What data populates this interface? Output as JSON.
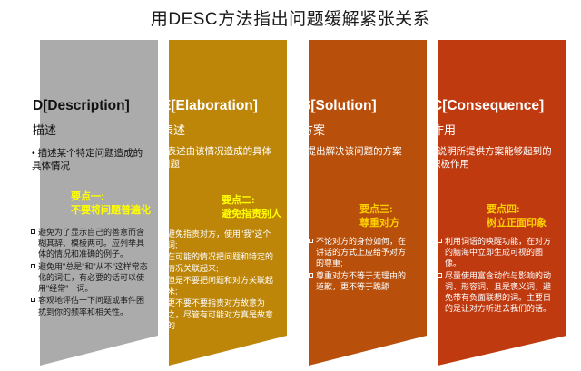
{
  "page": {
    "title": "用DESC方法指出问题缓解紧张关系",
    "background": "#ffffff"
  },
  "columns": [
    {
      "id": "description",
      "letter_title": "D[Description]",
      "subtitle": "描述",
      "lead_bullet": "描述某个特定问题造成的具体情况",
      "key_label": "要点一:",
      "key_text": "不要将问题普遍化",
      "fill": "#ababab",
      "text_color": "#111111",
      "key_color": "#ffff00",
      "bullets": [
        "避免为了显示自己的善意而含糊其辞、模棱两可。应列举具体的情况和准确的例子。",
        "避免用\"总是\"和\"从不\"这样常态化的词汇，有必要的话可以使用\"经常\"一词。",
        "客观地评估一下问题或事件困扰到你的频率和相关性。"
      ]
    },
    {
      "id": "elaboration",
      "letter_title": "E[Elaboration]",
      "subtitle": "表述",
      "lead_bullet": "表述由该情况造成的具体问题",
      "key_label": "要点二:",
      "key_text": "避免指责别人",
      "fill": "#bd8608",
      "text_color": "#ffffff",
      "key_color": "#ffff00",
      "bullets": [
        "避免指责对方，使用\"我\"这个词;",
        "在可能的情况把问题和特定的情况关联起来;",
        "但是不要把问题和对方关联起来;",
        "更不要不要指责对方故意为之，尽管有可能对方真是故意的"
      ]
    },
    {
      "id": "solution",
      "letter_title": "S[Solution]",
      "subtitle": "方案",
      "lead_bullet": "提出解决该问题的方案",
      "key_label": "要点三:",
      "key_text": "尊重对方",
      "fill": "#b8500c",
      "text_color": "#ffffff",
      "key_color": "#ffd000",
      "bullets": [
        "不论对方的身份如何，在讲话的方式上应给予对方的尊重;",
        "尊重对方不等于无理由的道歉，更不等于跪舔"
      ]
    },
    {
      "id": "consequence",
      "letter_title": "C[Consequence]",
      "subtitle": "作用",
      "lead_bullet": "说明所提供方案能够起到的积极作用",
      "key_label": "要点四:",
      "key_text": "树立正面印象",
      "fill": "#c03a10",
      "text_color": "#ffffff",
      "key_color": "#ffd000",
      "bullets": [
        "利用词语的唤醒功能，在对方的脑海中立即生成可视的图像。",
        "尽量使用富含动作与影响的动词、形容词，且是褒义词，避免带有负面联想的词。主要目的是让对方听进去我们的话。"
      ]
    }
  ]
}
